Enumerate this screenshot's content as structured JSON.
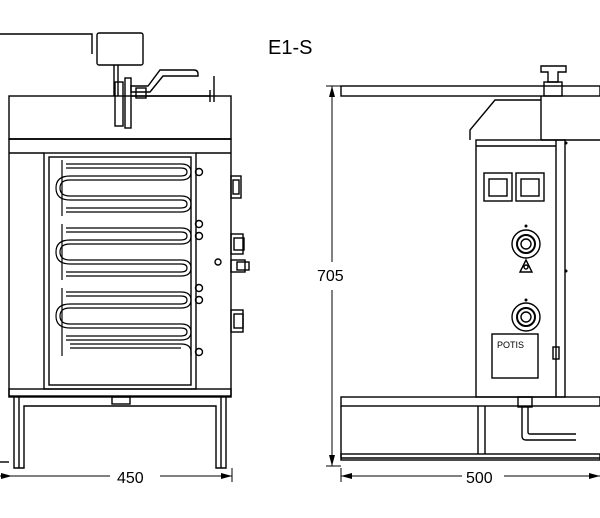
{
  "drawing": {
    "title": "E1-S",
    "width_label": "450",
    "depth_label": "500",
    "height_label": "705",
    "panel_label": "POTIS"
  }
}
